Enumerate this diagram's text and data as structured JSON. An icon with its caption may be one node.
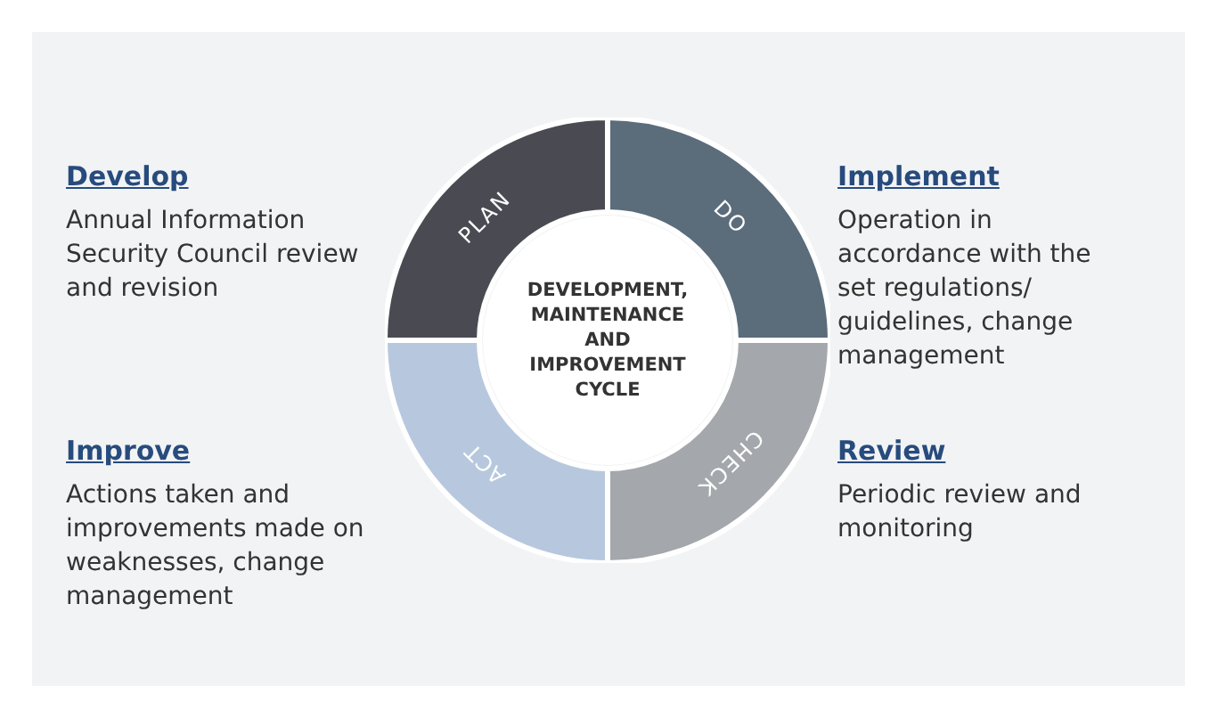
{
  "diagram": {
    "nodes": [
      {
        "text": [
          "PLAN"
        ]
      },
      {
        "text": [
          "DO"
        ]
      },
      {
        "text": [
          "DEVELOPMENT, MAINTENANCE AND IMPROVEMENT CYCLE"
        ]
      },
      {
        "text": [
          "ACT"
        ]
      },
      {
        "text": [
          "CHECK"
        ]
      }
    ],
    "edges": [],
    "labels": [
      "Develop",
      "Annual Information Security Council review and revision",
      "Implement",
      "Operation in accordance with the set regulations/ guidelines, change management",
      "Improve",
      "Actions taken and improvements made on weaknesses, change management",
      "Review",
      "Periodic review and monitoring"
    ]
  }
}
